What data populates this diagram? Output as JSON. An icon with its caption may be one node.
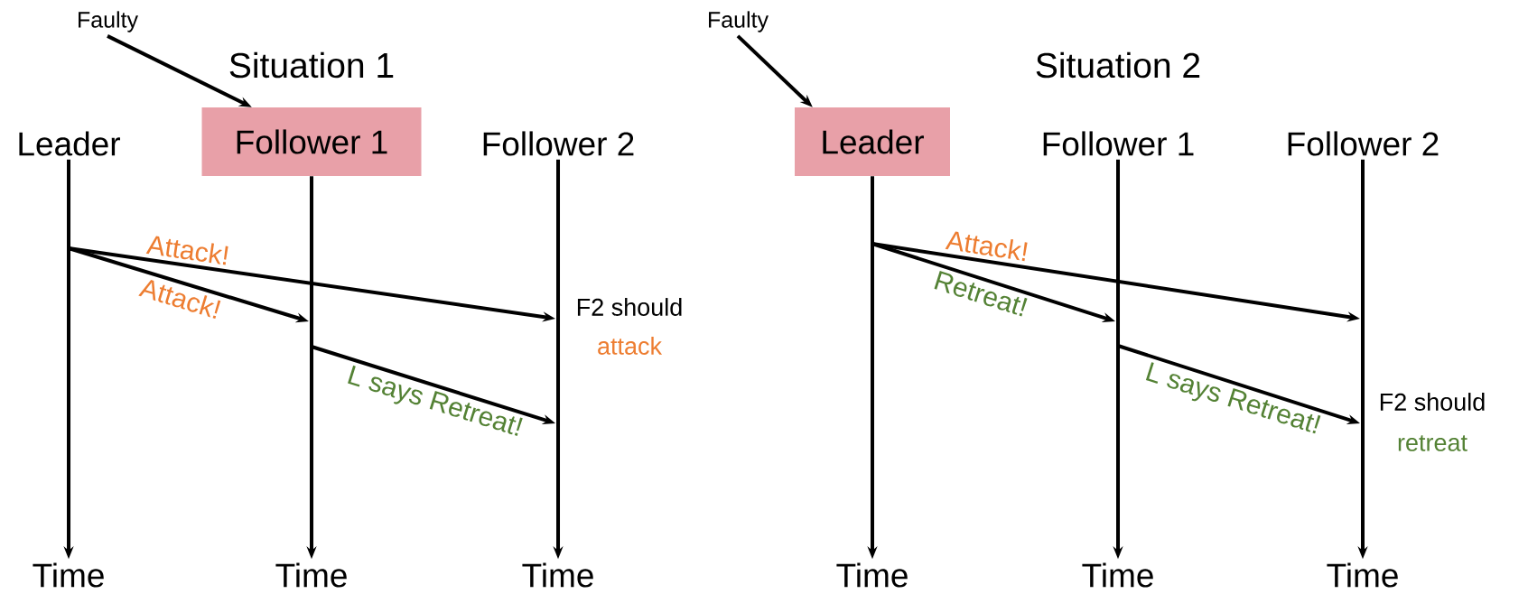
{
  "diagram": {
    "nodes": [
      {
        "text": [
          "Faulty"
        ]
      },
      {
        "text": [
          "Leader"
        ]
      },
      {
        "text": [
          "Follower 1"
        ]
      },
      {
        "text": [
          "Follower 2"
        ]
      },
      {
        "text": [
          "Time"
        ]
      },
      {
        "text": [
          "Time"
        ]
      },
      {
        "text": [
          "Time"
        ]
      },
      {
        "text": [
          "Faulty"
        ]
      },
      {
        "text": [
          "Leader"
        ]
      },
      {
        "text": [
          "Follower 1"
        ]
      },
      {
        "text": [
          "Follower 2"
        ]
      },
      {
        "text": [
          "Time"
        ]
      },
      {
        "text": [
          "Time"
        ]
      },
      {
        "text": [
          "Time"
        ]
      }
    ],
    "edges": [
      {
        "from": 0,
        "to": 2,
        "arrow": "to"
      },
      {
        "from": 1,
        "to": 4,
        "arrow": "to"
      },
      {
        "from": 2,
        "to": 5,
        "arrow": "to"
      },
      {
        "from": 3,
        "to": 6,
        "arrow": "to"
      },
      {
        "from": 7,
        "to": 8,
        "arrow": "to"
      },
      {
        "from": 8,
        "to": 11,
        "arrow": "to"
      },
      {
        "from": 9,
        "to": 12,
        "arrow": "to"
      },
      {
        "from": 10,
        "to": 13,
        "arrow": "to"
      }
    ],
    "labels": [
      "Situation 1",
      "Attack!",
      "Attack!",
      "F2 should",
      "attack",
      "L says Retreat!",
      "Situation 2",
      "Attack!",
      "Retreat!",
      "L says Retreat!",
      "F2 should",
      "retreat"
    ]
  }
}
